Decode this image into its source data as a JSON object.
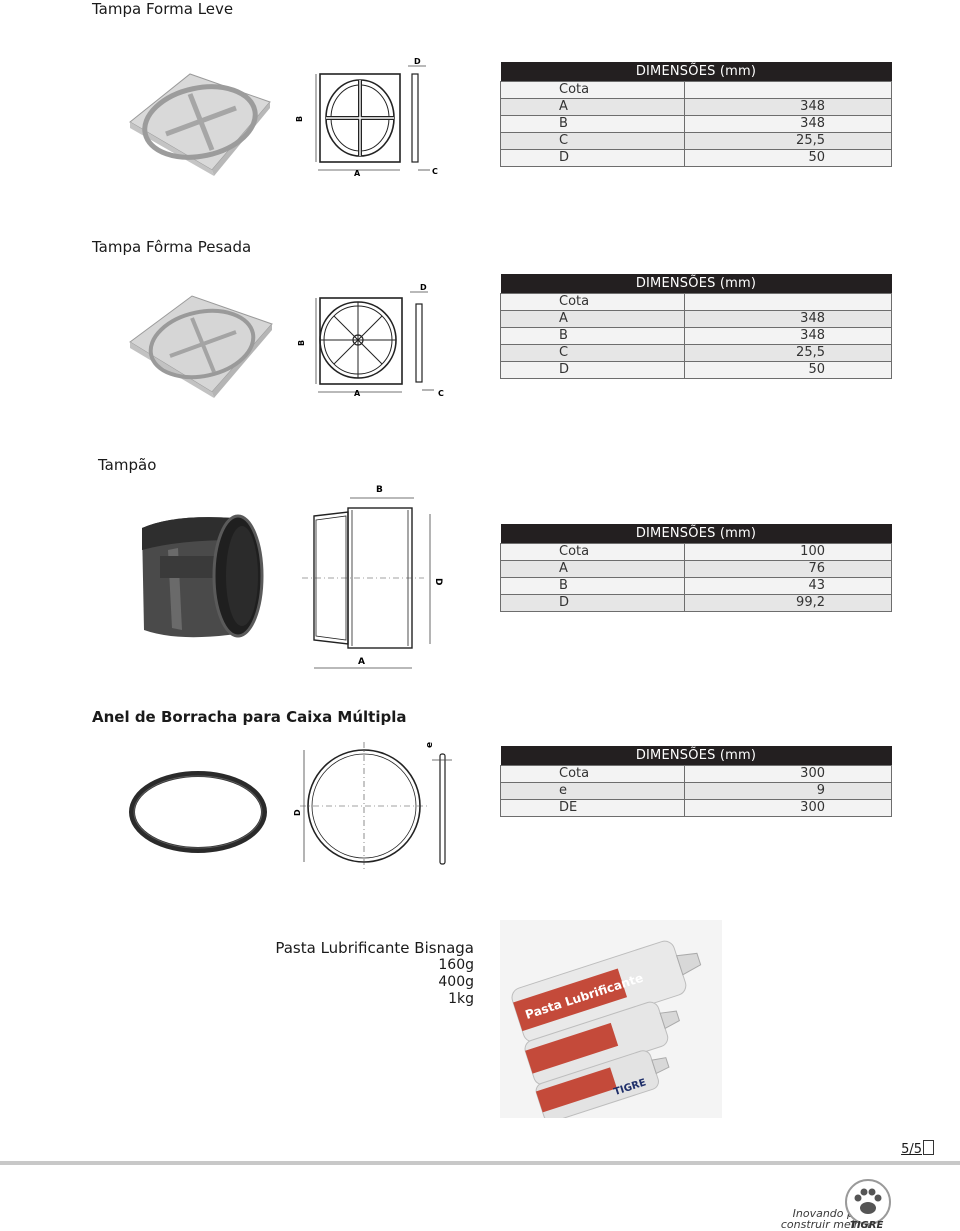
{
  "sections": [
    {
      "title": "Tampa Forma Leve",
      "table": {
        "header": "DIMENSÕES (mm)",
        "rows": [
          {
            "k": "Cota",
            "v": ""
          },
          {
            "k": "A",
            "v": "348"
          },
          {
            "k": "B",
            "v": "348"
          },
          {
            "k": "C",
            "v": "25,5"
          },
          {
            "k": "D",
            "v": "50"
          }
        ]
      },
      "drawing_labels": {
        "a": "A",
        "b": "B",
        "c": "C",
        "d": "D"
      }
    },
    {
      "title": "Tampa Fôrma Pesada",
      "table": {
        "header": "DIMENSÕES (mm)",
        "rows": [
          {
            "k": "Cota",
            "v": ""
          },
          {
            "k": "A",
            "v": "348"
          },
          {
            "k": "B",
            "v": "348"
          },
          {
            "k": "C",
            "v": "25,5"
          },
          {
            "k": "D",
            "v": "50"
          }
        ]
      },
      "drawing_labels": {
        "a": "A",
        "b": "B",
        "c": "C",
        "d": "D"
      }
    },
    {
      "title": "Tampão",
      "table": {
        "header": "DIMENSÕES (mm)",
        "rows": [
          {
            "k": "Cota",
            "v": "100"
          },
          {
            "k": "A",
            "v": "76"
          },
          {
            "k": "B",
            "v": "43"
          },
          {
            "k": "D",
            "v": "99,2"
          }
        ]
      },
      "drawing_labels": {
        "a": "A",
        "b": "B",
        "d": "D"
      }
    },
    {
      "title": "Anel de Borracha para Caixa Múltipla",
      "table": {
        "header": "DIMENSÕES (mm)",
        "rows": [
          {
            "k": "Cota",
            "v": "300"
          },
          {
            "k": "e",
            "v": "9"
          },
          {
            "k": "DE",
            "v": "300"
          }
        ]
      },
      "drawing_labels": {
        "d": "D",
        "e": "e"
      }
    }
  ],
  "pasta": {
    "title": "Pasta Lubrificante Bisnaga",
    "sizes": [
      "160g",
      "400g",
      "1kg"
    ],
    "package_text": {
      "brand": "TIGRE",
      "label": "Pasta Lubrificante"
    }
  },
  "footer": {
    "page": "5/5",
    "slogan_line1": "Inovando para",
    "slogan_line2": "construir melhor",
    "brand": "TIGRE"
  }
}
